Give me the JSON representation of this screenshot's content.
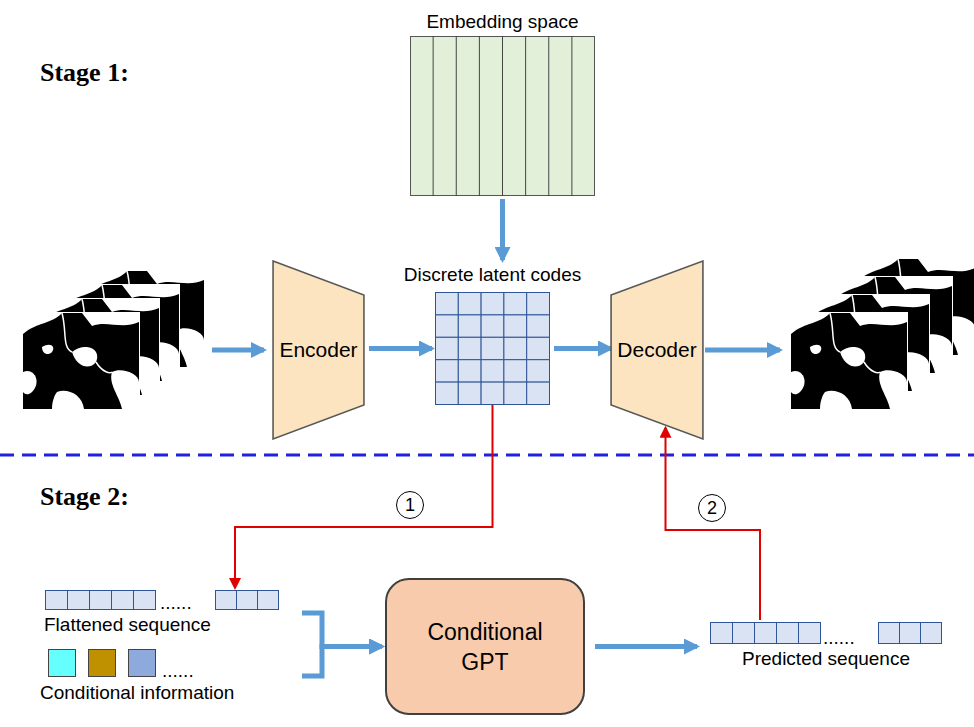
{
  "diagram": {
    "nodes": [
      {
        "text": [
          "Embedding space"
        ]
      },
      {
        "text": [
          "Encoder"
        ]
      },
      {
        "text": [
          "Discrete latent codes"
        ]
      },
      {
        "text": [
          "Decoder"
        ]
      },
      {
        "text": [
          "Flattened sequence"
        ]
      },
      {
        "text": [
          "Conditional information"
        ]
      },
      {
        "text": [
          "Conditional GPT"
        ]
      },
      {
        "text": [
          "Predicted sequence"
        ]
      }
    ],
    "edges": [
      {
        "from": 0,
        "to": 2,
        "arrow": "to"
      },
      {
        "from": 1,
        "to": 2,
        "arrow": "to"
      },
      {
        "from": 2,
        "to": 3,
        "arrow": "to"
      },
      {
        "from": 2,
        "to": 4,
        "label": "1",
        "arrow": "to"
      },
      {
        "from": 4,
        "to": 6,
        "arrow": "to"
      },
      {
        "from": 5,
        "to": 6,
        "arrow": "to"
      },
      {
        "from": 6,
        "to": 7,
        "arrow": "to"
      },
      {
        "from": 7,
        "to": 3,
        "label": "2",
        "arrow": "to"
      }
    ],
    "labels": [
      "Stage 1:",
      "Stage 2:",
      "......",
      "......",
      "......"
    ]
  }
}
